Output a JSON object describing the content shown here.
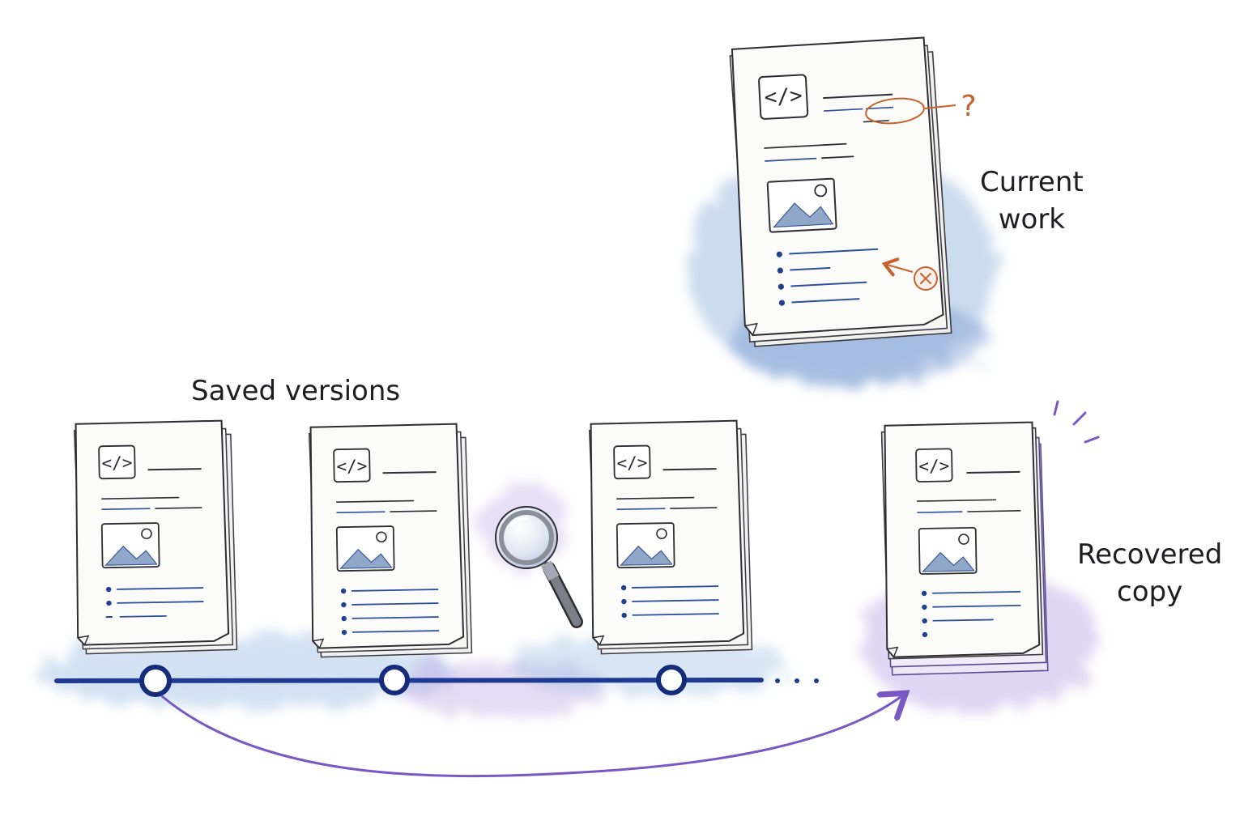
{
  "labels": {
    "saved_versions": "Saved versions",
    "current_work_line1": "Current",
    "current_work_line2": "work",
    "recovered_copy_line1": "Recovered",
    "recovered_copy_line2": "copy"
  },
  "document": {
    "code_glyph": "</>",
    "question_mark": "?"
  },
  "icons": {
    "doc_code": "code-brackets-icon",
    "doc_image": "mountain-image-icon",
    "search": "magnifier-icon",
    "error": "x-circle-icon",
    "question": "question-mark-icon",
    "sparkle": "sparkle-icon"
  },
  "colors": {
    "ink": "#1d1d22",
    "timeline": "#1f3a93",
    "list_line": "#2e4f9e",
    "annotation": "#c8612c",
    "recover_arrow": "#7a58c4",
    "watercolor_blue": "#7fa6d6",
    "watercolor_purple": "#a98ad8"
  }
}
